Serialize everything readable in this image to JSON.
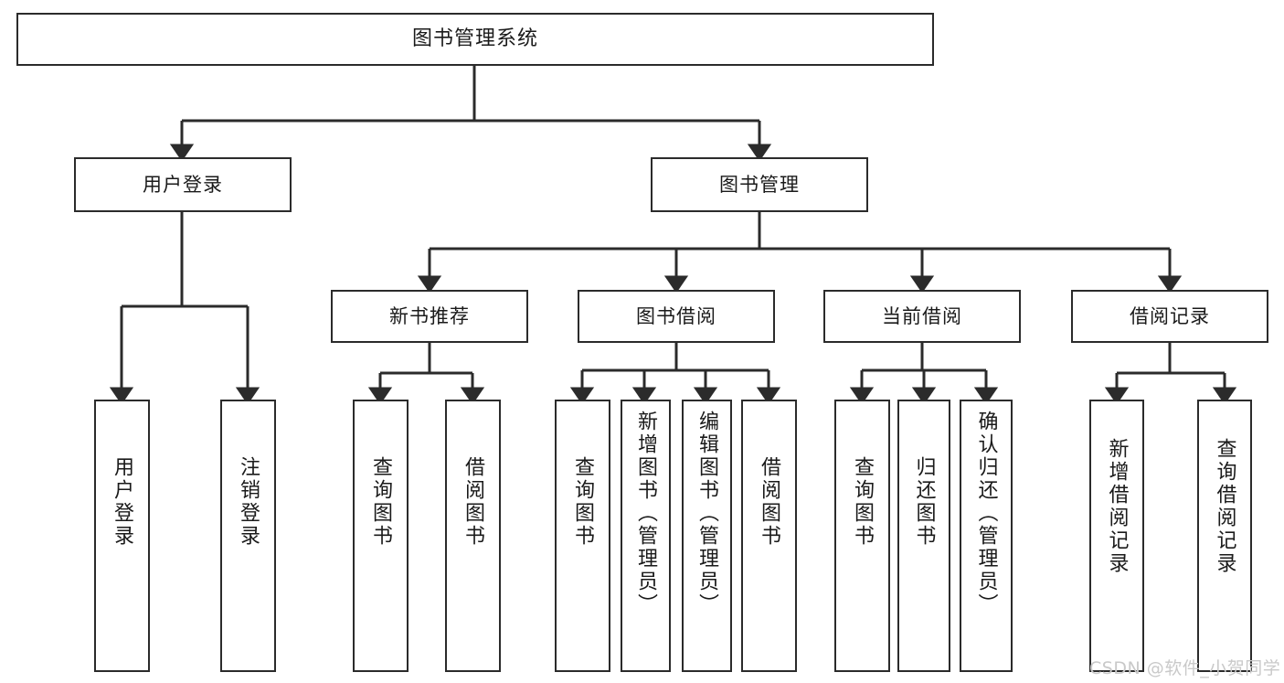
{
  "diagram": {
    "title": "图书管理系统",
    "type": "functional-structure-tree",
    "root": {
      "label": "图书管理系统"
    },
    "level1": [
      {
        "label": "用户登录"
      },
      {
        "label": "图书管理"
      }
    ],
    "level2": [
      {
        "label": "新书推荐"
      },
      {
        "label": "图书借阅"
      },
      {
        "label": "当前借阅"
      },
      {
        "label": "借阅记录"
      }
    ],
    "leaves": {
      "user_login": [
        {
          "label": "用户登录"
        },
        {
          "label": "注销登录"
        }
      ],
      "new_book_recommend": [
        {
          "label": "查询图书"
        },
        {
          "label": "借阅图书"
        }
      ],
      "book_borrow": [
        {
          "label": "查询图书"
        },
        {
          "label": "新增图书（管理员）"
        },
        {
          "label": "编辑图书（管理员）"
        },
        {
          "label": "借阅图书"
        }
      ],
      "current_borrow": [
        {
          "label": "查询图书"
        },
        {
          "label": "归还图书"
        },
        {
          "label": "确认归还（管理员）"
        }
      ],
      "borrow_record": [
        {
          "label": "新增借阅记录"
        },
        {
          "label": "查询借阅记录"
        }
      ]
    }
  },
  "watermark": {
    "text": "CSDN @软件_小贺同学"
  },
  "colors": {
    "stroke": "#2b2b2b",
    "background": "#ffffff",
    "text": "#1a1a1a",
    "watermark": "#c9c9c9"
  }
}
